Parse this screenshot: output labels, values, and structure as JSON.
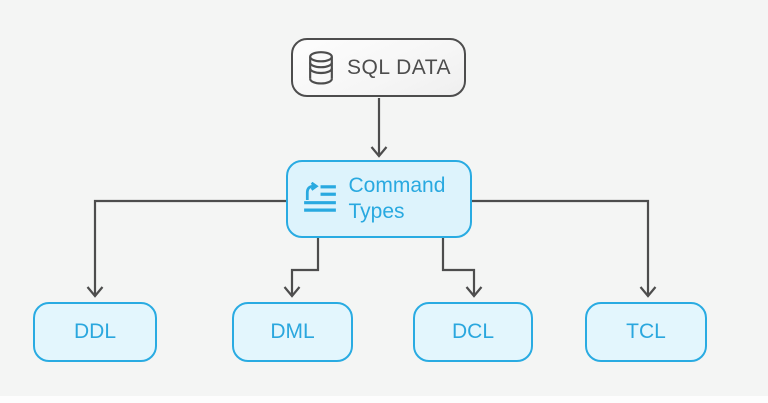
{
  "colors": {
    "background": "#f4f5f4",
    "connector": "#4d4d4d",
    "accent_border": "#29abe2",
    "accent_fill": "#e0f4fc",
    "accent_text": "#29a9e0",
    "root_border": "#4d4d4d",
    "root_fill": "#f9f9f9",
    "root_text": "#4d4d4d"
  },
  "nodes": {
    "root": {
      "label": "SQL DATA",
      "icon": "database-icon"
    },
    "hub": {
      "label": "Command Types",
      "icon": "command-list-icon"
    },
    "leaves": [
      {
        "label": "DDL"
      },
      {
        "label": "DML"
      },
      {
        "label": "DCL"
      },
      {
        "label": "TCL"
      }
    ]
  }
}
